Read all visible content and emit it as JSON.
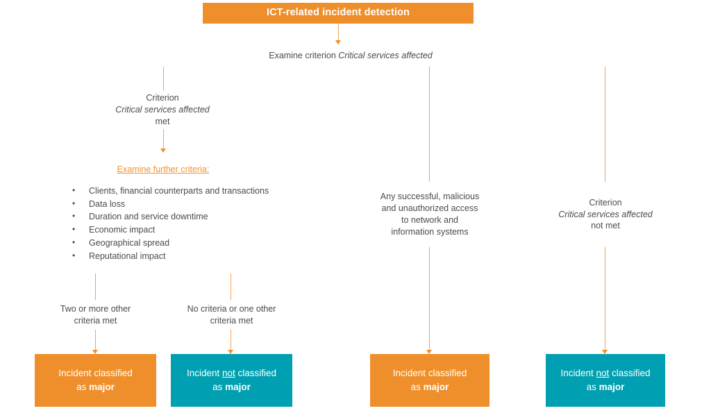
{
  "diagram": {
    "title": "ICT-related incident detection",
    "colors": {
      "orange_fill": "#ef8f2b",
      "teal_fill": "#00a0b2",
      "box_border": "#f5a55a",
      "connector": "#f2a055",
      "text": "#4a4a4a",
      "accent_text": "#f0932f"
    },
    "nodes": {
      "header": {
        "label": "ICT-related incident detection"
      },
      "examine_bar": {
        "prefix": "Examine criterion ",
        "criterion": "Critical services affected"
      },
      "criterion_met": {
        "line1": "Criterion",
        "line2": "Critical services affected",
        "line3": "met"
      },
      "criterion_not_met": {
        "line1": "Criterion",
        "line2": "Critical services affected",
        "line3": "not met"
      },
      "further_criteria": {
        "title": "Examine further criteria:",
        "items": [
          "Clients, financial counterparts and transactions",
          "Data loss",
          "Duration and service downtime",
          "Economic impact",
          "Geographical spread",
          "Reputational impact"
        ]
      },
      "unauthorized_access": {
        "line1": "Any successful, malicious",
        "line2": "and unauthorized access",
        "line3": "to network and",
        "line4": "information systems"
      },
      "two_or_more": {
        "line1": "Two or more other",
        "line2": "criteria met"
      },
      "no_or_one": {
        "line1": "No criteria or one other",
        "line2": "criteria met"
      }
    },
    "outcomes": {
      "major_left": {
        "line1_a": "Incident classified",
        "line2_a": "as ",
        "line2_b": "major"
      },
      "not_major_left": {
        "line1_a": "Incident ",
        "line1_b": "not",
        "line1_c": " classified",
        "line2_a": "as ",
        "line2_b": "major"
      },
      "major_middle": {
        "line1_a": "Incident classified",
        "line2_a": "as ",
        "line2_b": "major"
      },
      "not_major_right": {
        "line1_a": "Incident ",
        "line1_b": "not",
        "line1_c": " classified",
        "line2_a": "as ",
        "line2_b": "major"
      }
    }
  }
}
